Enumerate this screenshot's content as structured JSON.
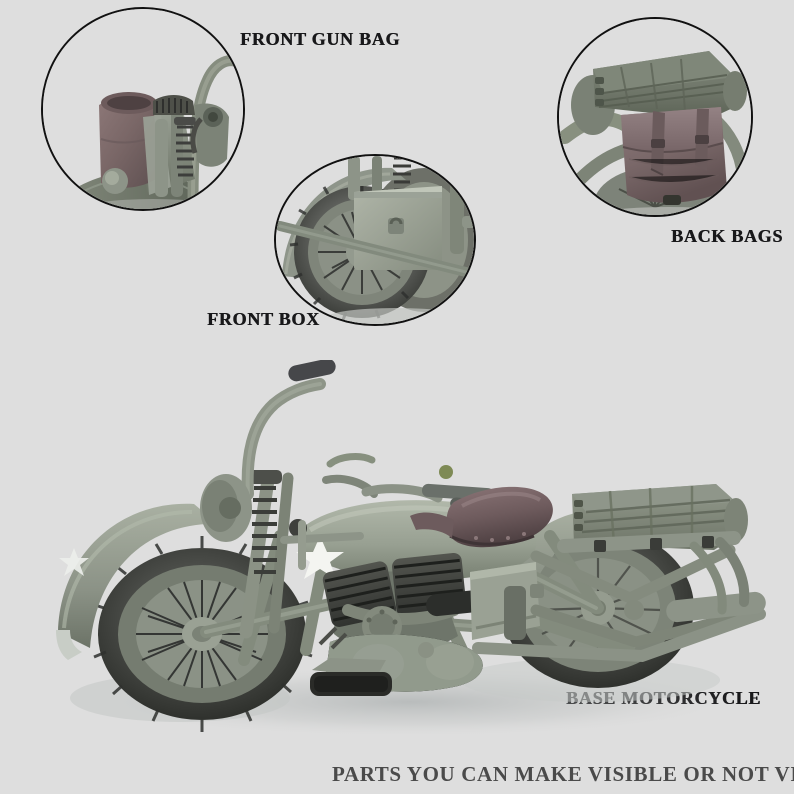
{
  "page": {
    "background_color": "#dedede",
    "footer_caption": "PARTS YOU CAN MAKE VISIBLE OR NOT VISIBLE",
    "subject": "WWII military motorcycle 3D model part breakdown"
  },
  "labels": {
    "front_gun_bag": "FRONT GUN BAG",
    "front_box": "FRONT BOX",
    "back_bags": "BACK BAGS",
    "base_motorcycle": "BASE MOTORCYCLE"
  },
  "insets": [
    {
      "id": "front-gun-bag",
      "label": "FRONT GUN BAG",
      "description": "Close-up of leather gun scabbard bag mounted beside the front fork",
      "outline_color": "#111111",
      "shape": "circle"
    },
    {
      "id": "front-box",
      "label": "FRONT BOX",
      "description": "Close-up of olive ammo box mounted over the front spoked wheel",
      "outline_color": "#111111",
      "shape": "circle"
    },
    {
      "id": "back-bags",
      "label": "BACK BAGS",
      "description": "Close-up of rear luggage rack roll and leather saddle bag",
      "outline_color": "#111111",
      "shape": "circle"
    }
  ],
  "main_view": {
    "label": "BASE MOTORCYCLE",
    "description": "Three-quarter side view of olive drab WWII motorcycle with white star insignia",
    "insignia": "white-star",
    "colors": {
      "body": "#8d9486",
      "body_dark": "#6f7769",
      "body_light": "#b6bcaf",
      "leather": "#7c6a6a",
      "metal": "#545653",
      "tyre": "#3a3b39",
      "star": "#f2f2f0"
    }
  },
  "icons": {
    "star": "star-icon",
    "circle_outline": "circle-callout-icon"
  }
}
